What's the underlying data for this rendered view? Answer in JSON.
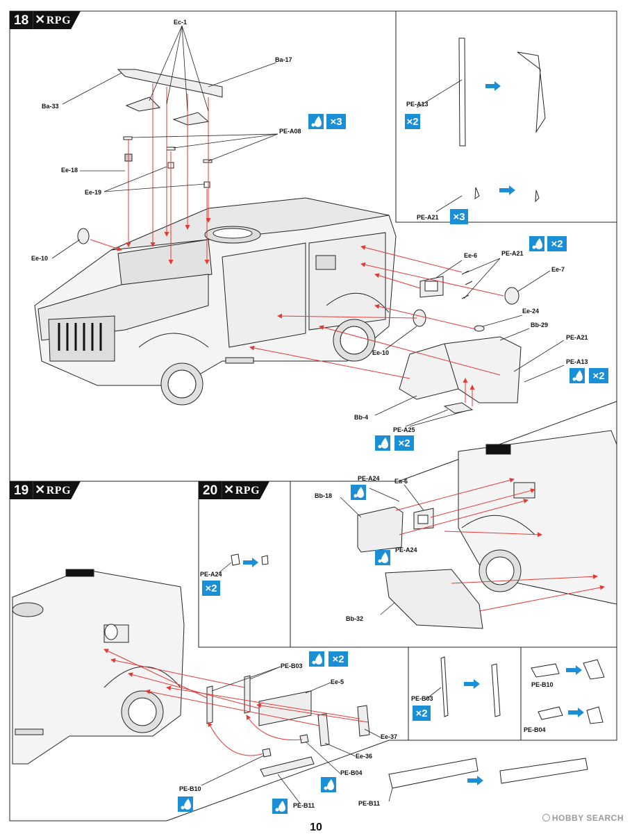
{
  "brand": {
    "logo_text": "RPG"
  },
  "steps": [
    {
      "number": "18"
    },
    {
      "number": "19"
    },
    {
      "number": "20"
    }
  ],
  "labels": {
    "ec1": "Ec-1",
    "ba17": "Ba-17",
    "ba33": "Ba-33",
    "pea08": "PE-A08",
    "ee18": "Ee-18",
    "ee19": "Ee-19",
    "ee10a": "Ee-10",
    "pea13_inset": "PE-A13",
    "pea21_inset": "PE-A21",
    "ee6": "Ee-6",
    "pea21a": "PE-A21",
    "ee7": "Ee-7",
    "ee24": "Ee-24",
    "bb29": "Bb-29",
    "pea21b": "PE-A21",
    "pea13b": "PE-A13",
    "ee10b": "Ee-10",
    "bb4": "Bb-4",
    "pea25": "PE-A25",
    "pea24a": "PE-A24",
    "ea6": "Ea-6",
    "bb18": "Bb-18",
    "pea24b": "PE-A24",
    "bb32": "Bb-32",
    "pea24_step20": "PE-A24",
    "peb03a": "PE-B03",
    "ee5": "Ee-5",
    "ee37": "Ee-37",
    "ee36": "Ee-36",
    "peb04a": "PE-B04",
    "peb10a": "PE-B10",
    "peb11a": "PE-B11",
    "peb03b": "PE-B03",
    "peb10b": "PE-B10",
    "peb04b": "PE-B04",
    "peb11b": "PE-B11"
  },
  "quantities": {
    "x3": "×3",
    "x2": "×2"
  },
  "footer": {
    "page_number": "10",
    "watermark": "HOBBY SEARCH"
  },
  "colors": {
    "accent_blue": "#1a8fd6",
    "arrow_red": "#e53935",
    "line": "#222222"
  }
}
